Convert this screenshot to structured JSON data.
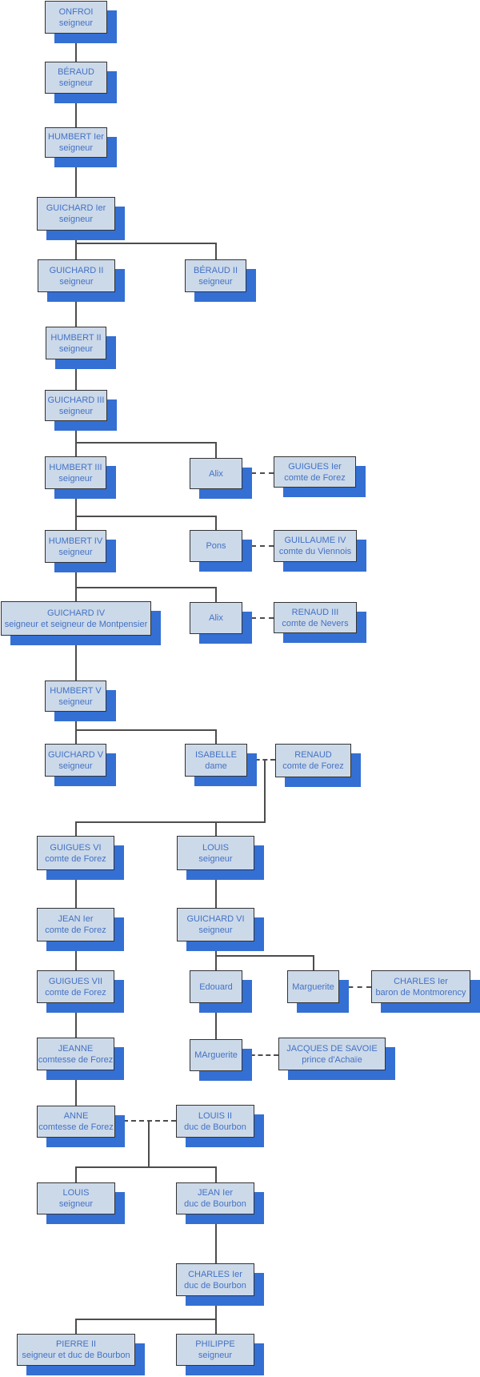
{
  "diagram": {
    "type": "family-tree",
    "colors": {
      "node_fill": "#ccd9e9",
      "node_border": "#333333",
      "node_shadow": "#346fd3",
      "node_text": "#4372c4",
      "connector_line": "#4d4d4d"
    },
    "nodes": [
      {
        "name": "ONFROI",
        "title": "seigneur"
      },
      {
        "name": "BÉRAUD",
        "title": "seigneur"
      },
      {
        "name": "HUMBERT Ier",
        "title": "seigneur"
      },
      {
        "name": "GUICHARD Ier",
        "title": "seigneur"
      },
      {
        "name": "GUICHARD II",
        "title": "seigneur"
      },
      {
        "name": "BÉRAUD II",
        "title": "seigneur"
      },
      {
        "name": "HUMBERT II",
        "title": "seigneur"
      },
      {
        "name": "GUICHARD III",
        "title": "seigneur"
      },
      {
        "name": "HUMBERT III",
        "title": "seigneur"
      },
      {
        "name": "Alix"
      },
      {
        "name": "GUIGUES Ier",
        "title": "comte de Forez"
      },
      {
        "name": "HUMBERT IV",
        "title": "seigneur"
      },
      {
        "name": "Pons"
      },
      {
        "name": "GUILLAUME IV",
        "title": "comte du Viennois"
      },
      {
        "name": "GUICHARD IV",
        "title": "seigneur et seigneur de Montpensier"
      },
      {
        "name": "Alix"
      },
      {
        "name": "RENAUD III",
        "title": "comte de Nevers"
      },
      {
        "name": "HUMBERT V",
        "title": "seigneur"
      },
      {
        "name": "GUICHARD V",
        "title": "seigneur"
      },
      {
        "name": "ISABELLE",
        "title": "dame"
      },
      {
        "name": "RENAUD",
        "title": "comte de Forez"
      },
      {
        "name": "GUIGUES VI",
        "title": "comte de Forez"
      },
      {
        "name": "LOUIS",
        "title": "seigneur"
      },
      {
        "name": "JEAN Ier",
        "title": "comte de Forez"
      },
      {
        "name": "GUICHARD VI",
        "title": "seigneur"
      },
      {
        "name": "GUIGUES VII",
        "title": "comte de Forez"
      },
      {
        "name": "Edouard"
      },
      {
        "name": "Marguerite"
      },
      {
        "name": "CHARLES Ier",
        "title": "baron de Montmorency"
      },
      {
        "name": "JEANNE",
        "title": "comtesse de Forez"
      },
      {
        "name": "MArguerite"
      },
      {
        "name": "JACQUES DE SAVOIE",
        "title": "prince d'Achaïe"
      },
      {
        "name": "ANNE",
        "title": "comtesse de Forez"
      },
      {
        "name": "LOUIS II",
        "title": "duc de Bourbon"
      },
      {
        "name": "LOUIS",
        "title": "seigneur"
      },
      {
        "name": "JEAN Ier",
        "title": "duc de Bourbon"
      },
      {
        "name": "CHARLES Ier",
        "title": "duc de Bourbon"
      },
      {
        "name": "PIERRE II",
        "title": "seigneur et duc de Bourbon"
      },
      {
        "name": "PHILIPPE",
        "title": "seigneur"
      }
    ],
    "marriages": [
      {
        "a": "Alix",
        "b": "GUIGUES Ier"
      },
      {
        "a": "Pons",
        "b": "GUILLAUME IV"
      },
      {
        "a": "Alix",
        "b": "RENAUD III"
      },
      {
        "a": "ISABELLE",
        "b": "RENAUD"
      },
      {
        "a": "Marguerite",
        "b": "CHARLES Ier"
      },
      {
        "a": "MArguerite",
        "b": "JACQUES DE SAVOIE"
      },
      {
        "a": "ANNE",
        "b": "LOUIS II"
      }
    ]
  }
}
